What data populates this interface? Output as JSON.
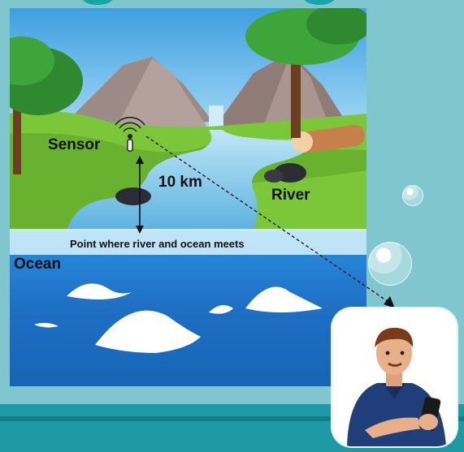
{
  "labels": {
    "sensor": "Sensor",
    "distance": "10 km",
    "river": "River",
    "meeting_point": "Point where river and ocean meets",
    "ocean": "Ocean"
  },
  "icons": {
    "sensor": "antenna-signal-icon",
    "person": "person-with-phone-illustration"
  },
  "colors": {
    "background": "#7fc6cf",
    "band": "#1f9aa5",
    "ocean": "#1e73c8",
    "river": "#7cc3e6",
    "grass": "#7cc63a"
  }
}
